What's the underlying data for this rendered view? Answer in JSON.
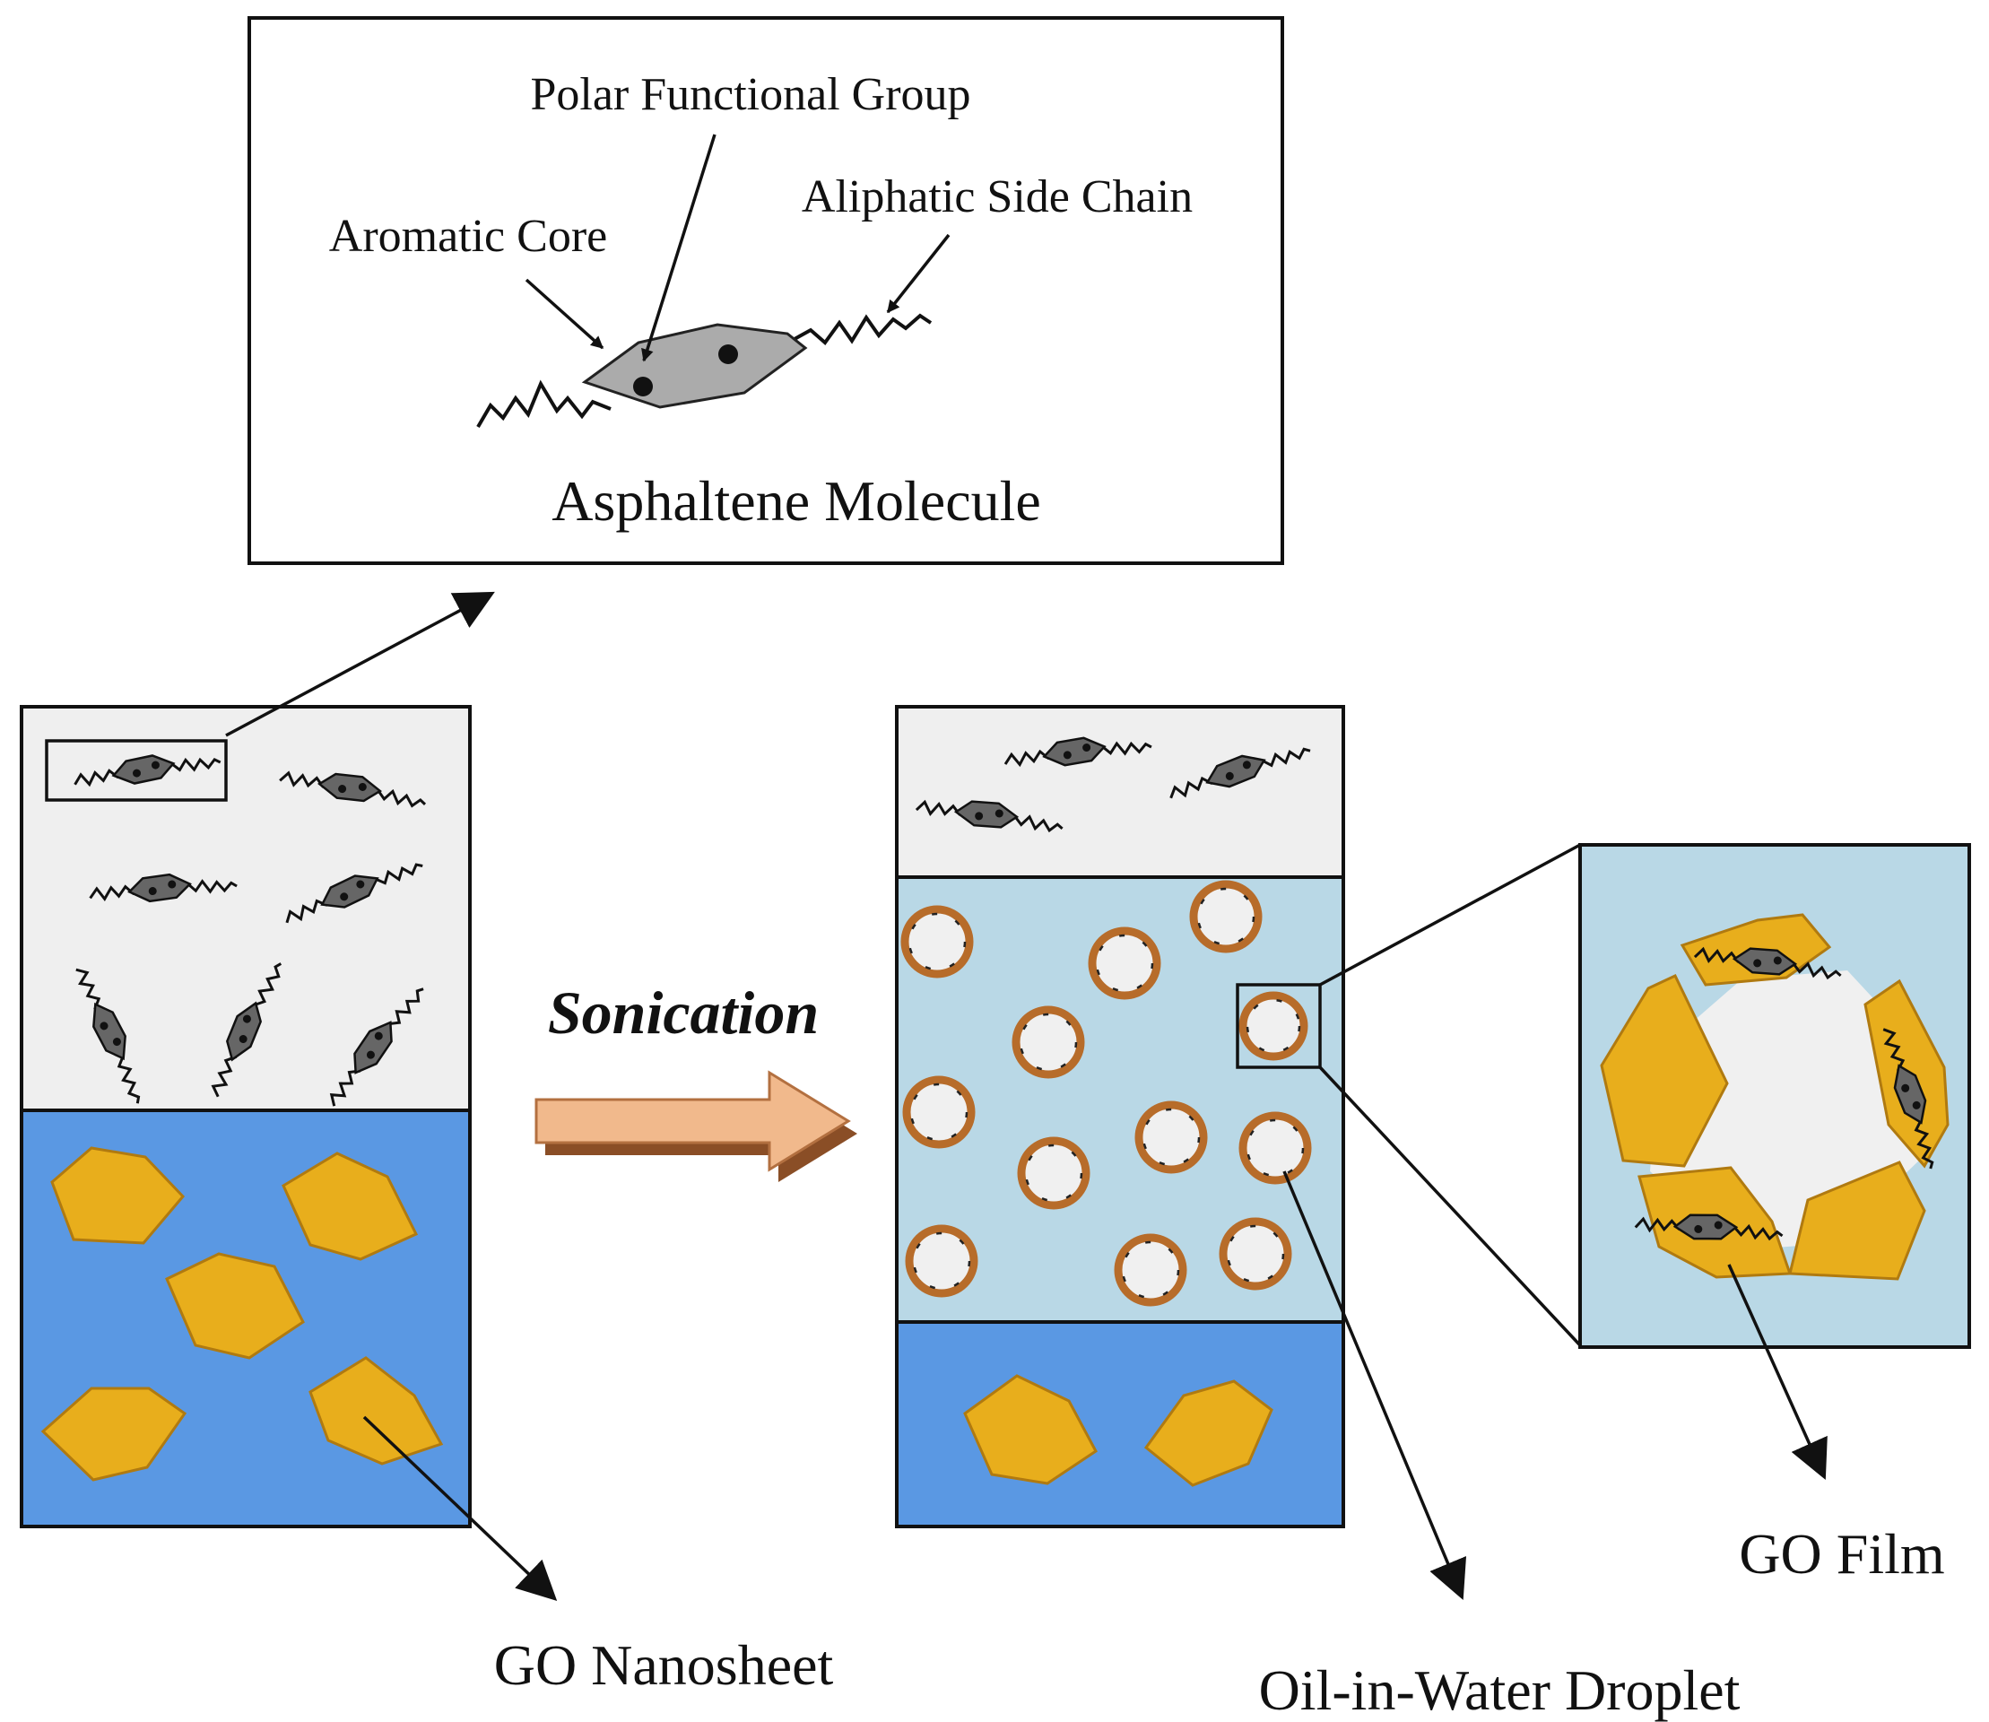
{
  "labels": {
    "polar_group": "Polar Functional Group",
    "aliphatic_chain": "Aliphatic Side Chain",
    "aromatic_core": "Aromatic Core",
    "molecule": "Asphaltene Molecule",
    "process": "Sonication",
    "go_nanosheet": "GO Nanosheet",
    "droplet": "Oil-in-Water Droplet",
    "go_film": "GO Film"
  },
  "colors": {
    "oil_phase": "#efefef",
    "water_phase": "#5a98e3",
    "emulsion_phase": "#b9d8e6",
    "go_sheet": "#e8ae1c",
    "droplet_shell": "#b76c2a",
    "arrow_fill": "#f1b98c",
    "asphaltene_core": "#666666"
  }
}
